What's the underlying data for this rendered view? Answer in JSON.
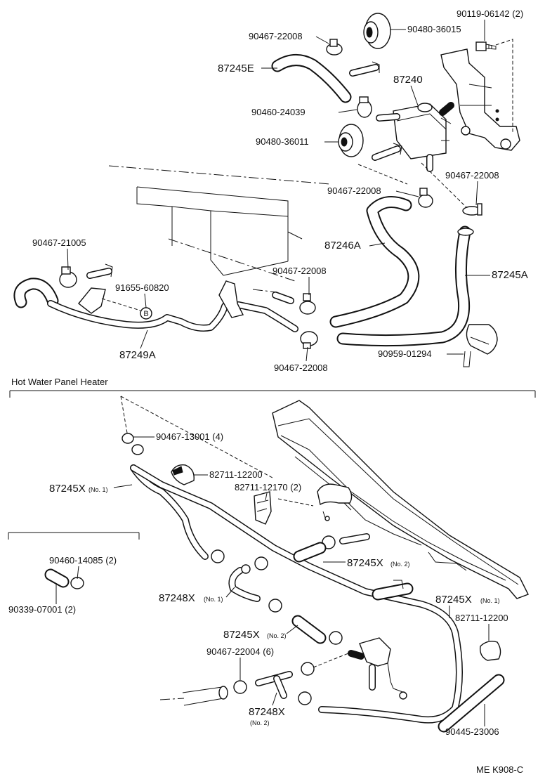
{
  "labels": {
    "p_90119_06142": "90119-06142 (2)",
    "p_90480_36015": "90480-36015",
    "p_90467_22008_a": "90467-22008",
    "p_87245E": "87245E",
    "p_87240": "87240",
    "p_90460_24039": "90460-24039",
    "p_90480_36011": "90480-36011",
    "p_90467_22008_b": "90467-22008",
    "p_90467_22008_c": "90467-22008",
    "p_87246A": "87246A",
    "p_87245A": "87245A",
    "p_90467_21005": "90467-21005",
    "p_91655_60820": "91655-60820",
    "p_90467_22008_d": "90467-22008",
    "p_87249A": "87249A",
    "p_90467_22008_e": "90467-22008",
    "p_90959_01294": "90959-01294",
    "section_title": "Hot Water Panel Heater",
    "p_90467_13001": "90467-13001 (4)",
    "p_82711_12200_a": "82711-12200",
    "p_82711_12170": "82711-12170 (2)",
    "p_87245X_no1_a": "87245X",
    "p_87245X_no1_a_sub": "(No. 1)",
    "p_90460_14085": "90460-14085 (2)",
    "p_90339_07001": "90339-07001 (2)",
    "p_87245X_no2_a": "87245X",
    "p_87245X_no2_a_sub": "(No. 2)",
    "p_87248X_no1": "87248X",
    "p_87248X_no1_sub": "(No. 1)",
    "p_87245X_no1_b": "87245X",
    "p_87245X_no1_b_sub": "(No. 1)",
    "p_82711_12200_b": "82711-12200",
    "p_87245X_no2_b": "87245X",
    "p_87245X_no2_b_sub": "(No. 2)",
    "p_90467_22004": "90467-22004 (6)",
    "p_87248X_no2": "87248X",
    "p_87248X_no2_sub": "(No. 2)",
    "p_90445_23006": "90445-23006",
    "callout_B": "B",
    "diagram_code": "ME K908-C"
  }
}
